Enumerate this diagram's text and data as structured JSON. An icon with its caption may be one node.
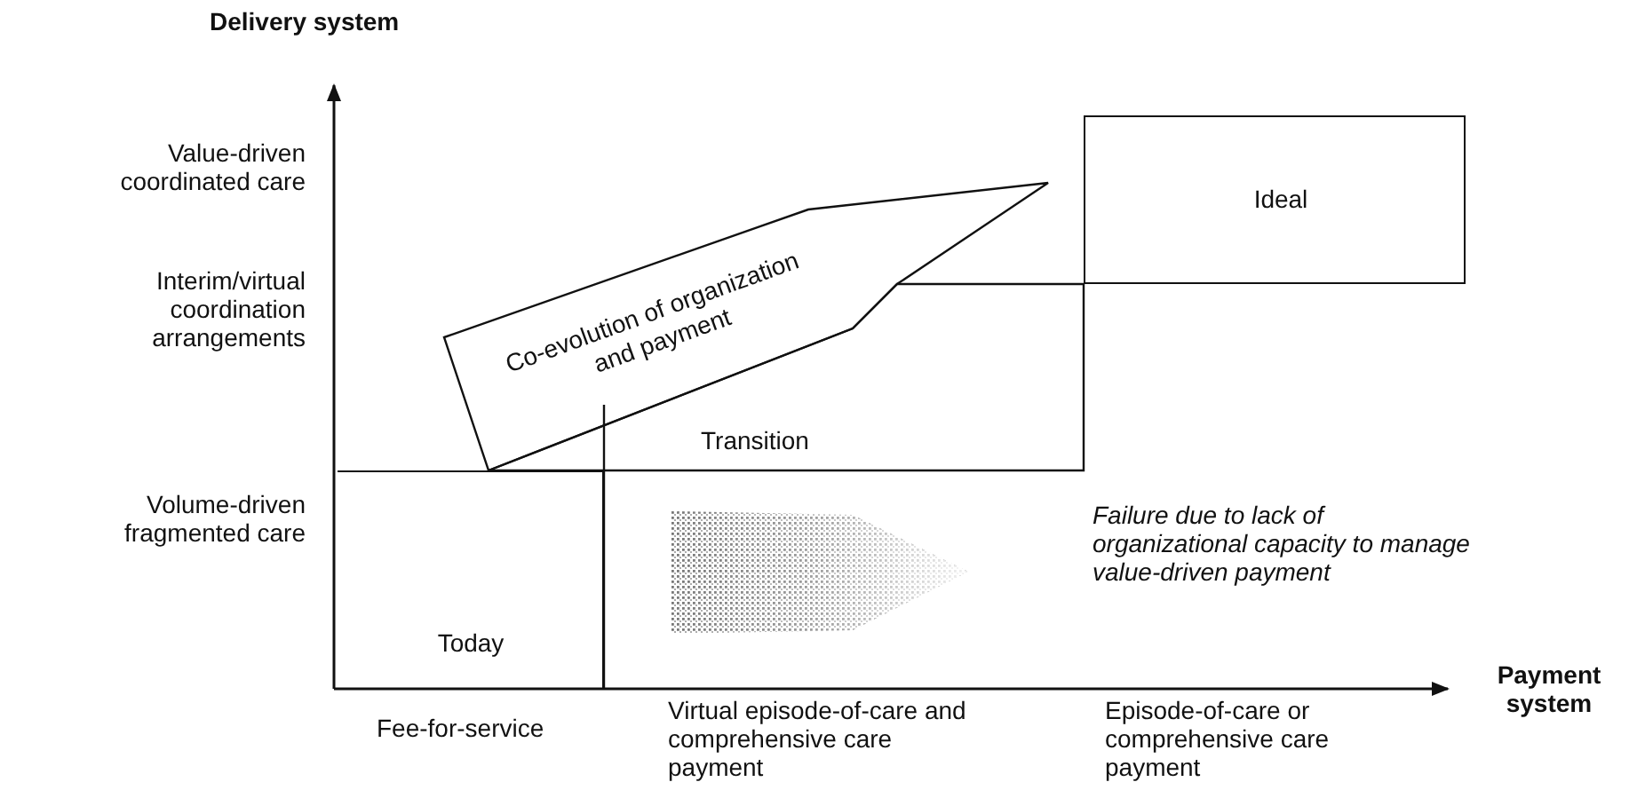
{
  "diagram": {
    "nodes": [
      {
        "text": [
          "Today"
        ]
      },
      {
        "text": [
          "Transition"
        ]
      },
      {
        "text": [
          "Ideal"
        ]
      },
      {
        "text": [
          "Co-evolution of organization and payment"
        ]
      }
    ],
    "labels": [
      "Delivery system",
      "Value-driven coordinated care",
      "Interim/virtual coordination arrangements",
      "Volume-driven fragmented care",
      "Failure due to lack of organizational capacity to manage value-driven payment",
      "Payment system",
      "Fee-for-service",
      "Virtual episode-of-care and comprehensive care payment",
      "Episode-of-care or comprehensive care payment"
    ]
  }
}
